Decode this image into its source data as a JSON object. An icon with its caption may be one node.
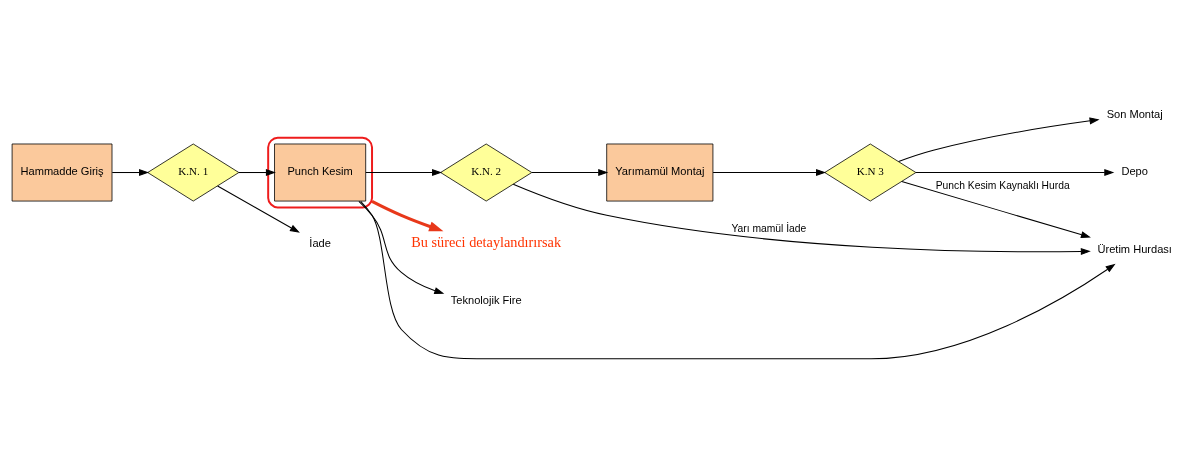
{
  "diagram": {
    "nodes": [
      {
        "text": [
          "Hammadde Giriş"
        ]
      },
      {
        "text": [
          "K.N. 1"
        ]
      },
      {
        "text": [],
        "shape": "ellipse"
      },
      {
        "text": [
          "Punch Kesim"
        ],
        "in": 2
      },
      {
        "text": [
          "K.N. 2"
        ]
      },
      {
        "text": [
          "Yarımamül Montaj"
        ]
      },
      {
        "text": [
          "K.N 3"
        ]
      },
      {
        "text": [
          "Son Montaj"
        ]
      },
      {
        "text": [
          "Depo"
        ]
      },
      {
        "text": [
          "Bu süreci detaylandırırsak"
        ]
      },
      {
        "text": [
          "İade"
        ]
      },
      {
        "text": [
          "Teknolojik Fire"
        ]
      },
      {
        "text": [
          "Üretim Hurdası"
        ]
      }
    ],
    "edges": [
      {
        "from": 0,
        "to": 1,
        "arrow": "to"
      },
      {
        "from": 1,
        "to": 3,
        "arrow": "to"
      },
      {
        "from": 3,
        "to": 4,
        "arrow": "to"
      },
      {
        "from": 4,
        "to": 5,
        "arrow": "to"
      },
      {
        "from": 5,
        "to": 6,
        "arrow": "to"
      },
      {
        "from": 6,
        "to": 7,
        "arrow": "to"
      },
      {
        "from": 6,
        "to": 8,
        "arrow": "to"
      },
      {
        "from": 2,
        "to": 9,
        "arrow": "to",
        "style": "thick",
        "color": "#e8381a"
      },
      {
        "from": 1,
        "to": 10,
        "arrow": "to"
      },
      {
        "from": 3,
        "to": 11,
        "arrow": "to"
      },
      {
        "from": 3,
        "to": 12,
        "arrow": "to"
      },
      {
        "from": 4,
        "to": 12,
        "arrow": "to",
        "label": "Yarı mamül İade"
      },
      {
        "from": 6,
        "to": 12,
        "arrow": "to",
        "label": "Punch Kesim Kaynaklı Hurda"
      }
    ]
  }
}
